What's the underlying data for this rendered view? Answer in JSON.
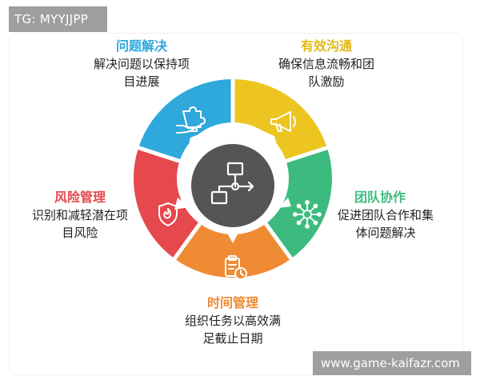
{
  "tag_text": "TG: MYYJJPP",
  "watermark_text": "www.game-kaifazr.com",
  "colors": {
    "center": "#555555",
    "problem": "#2fa8dc",
    "communication": "#ecc521",
    "teamwork": "#3dbb7e",
    "time": "#ee8b33",
    "risk": "#e5484d"
  },
  "sections": {
    "problem": {
      "title": "问题解决",
      "desc1": "解决问题以保持项",
      "desc2": "目进展",
      "icon": "hand-puzzle-icon"
    },
    "communication": {
      "title": "有效沟通",
      "desc1": "确保信息流畅和团",
      "desc2": "队激励",
      "icon": "megaphone-icon"
    },
    "teamwork": {
      "title": "团队协作",
      "desc1": "促进团队合作和集",
      "desc2": "体问题解决",
      "icon": "network-icon"
    },
    "time": {
      "title": "时间管理",
      "desc1": "组织任务以高效满",
      "desc2": "足截止日期",
      "icon": "clipboard-clock-icon"
    },
    "risk": {
      "title": "风险管理",
      "desc1": "识别和减轻潜在项",
      "desc2": "目风险",
      "icon": "shield-icon"
    }
  },
  "center_icon": "flowchart-icon"
}
